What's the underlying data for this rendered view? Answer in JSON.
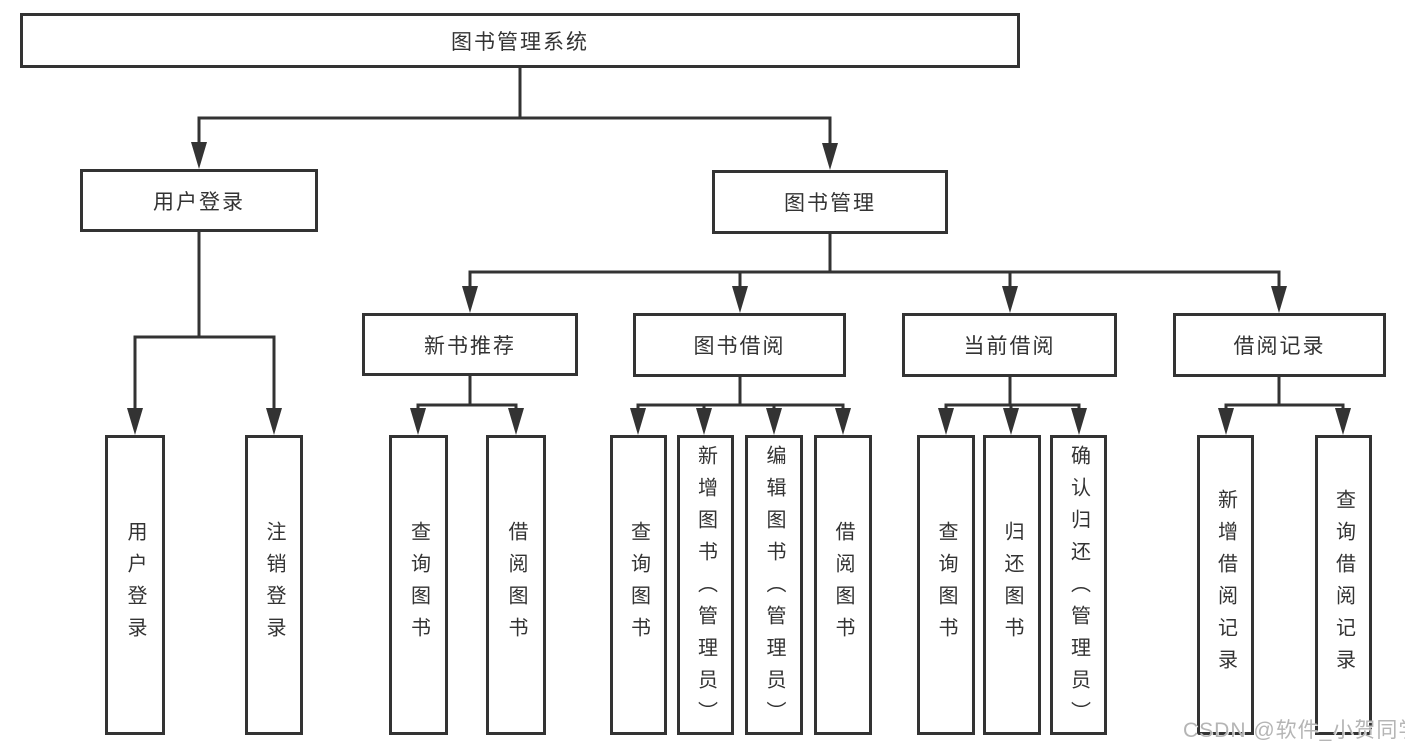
{
  "colors": {
    "line": "#333333",
    "box-border": "#333333",
    "text": "#333333",
    "watermark": "#b5b5b5",
    "background": "#ffffff"
  },
  "watermark": {
    "text": "CSDN @软件_小贺同学"
  },
  "diagram": {
    "type": "tree",
    "root": {
      "label": "图书管理系统"
    },
    "branches": [
      {
        "label": "用户登录",
        "children": [
          {
            "label": "用户登录"
          },
          {
            "label": "注销登录"
          }
        ]
      },
      {
        "label": "图书管理",
        "children": [
          {
            "label": "新书推荐",
            "children": [
              {
                "label": "查询图书"
              },
              {
                "label": "借阅图书"
              }
            ]
          },
          {
            "label": "图书借阅",
            "children": [
              {
                "label": "查询图书"
              },
              {
                "label": "新增图书（管理员）"
              },
              {
                "label": "编辑图书（管理员）"
              },
              {
                "label": "借阅图书"
              }
            ]
          },
          {
            "label": "当前借阅",
            "children": [
              {
                "label": "查询图书"
              },
              {
                "label": "归还图书"
              },
              {
                "label": "确认归还（管理员）"
              }
            ]
          },
          {
            "label": "借阅记录",
            "children": [
              {
                "label": "新增借阅记录"
              },
              {
                "label": "查询借阅记录"
              }
            ]
          }
        ]
      }
    ]
  }
}
